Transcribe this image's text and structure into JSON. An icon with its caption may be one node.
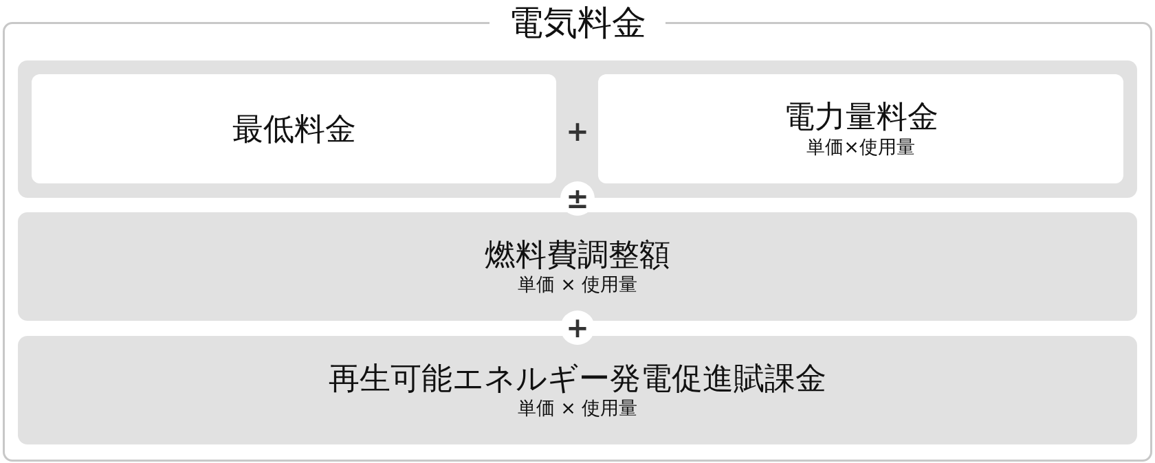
{
  "diagram": {
    "nodes": [
      {
        "text": [
          "電気料金"
        ]
      },
      {
        "text": [],
        "shape": "box",
        "in": 0
      },
      {
        "text": [
          "最低料金"
        ],
        "in": 1
      },
      {
        "text": [
          "電力量料金",
          "単価×使用量"
        ],
        "in": 1
      },
      {
        "text": [
          "燃料費調整額",
          "単価 × 使用量"
        ],
        "in": 0
      },
      {
        "text": [
          "再生可能エネルギー発電促進賦課金",
          "単価 × 使用量"
        ],
        "in": 0
      }
    ],
    "edges": [],
    "labels": [
      "+",
      "±",
      "+"
    ]
  }
}
